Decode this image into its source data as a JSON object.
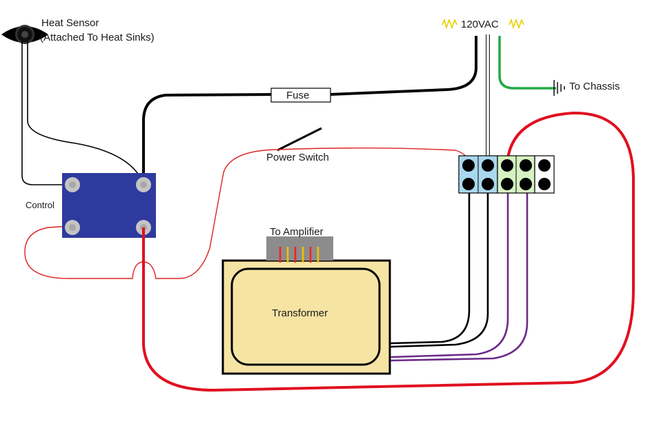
{
  "labels": {
    "heat_sensor": "Heat Sensor",
    "heat_sensor_note": "(Attached To Heat Sinks)",
    "supply": "120VAC",
    "fuse": "Fuse",
    "chassis": "To Chassis",
    "power_switch": "Power Switch",
    "control": "Control",
    "amplifier": "To Amplifier",
    "transformer": "Transformer"
  },
  "colors": {
    "hot_wire": "#000000",
    "neutral_wire": "#ffffff",
    "ground_wire": "#22aa44",
    "loop_wire": "#e01020",
    "thin_red_wire": "#dd2222",
    "primary_wire": "#6a2a8a",
    "control_box": "#2e3a9e",
    "terminal_blue": "#a9d8ee",
    "terminal_green": "#d6f2c2",
    "transformer_fill": "#f6e4a4",
    "amp_connector": "#8c8c8c",
    "sensor_zigzag": "#e8d000"
  },
  "amp_leads": [
    "#ff2020",
    "#f0c000",
    "#ff2020",
    "#f0c000",
    "#ff2020",
    "#f0c000"
  ]
}
